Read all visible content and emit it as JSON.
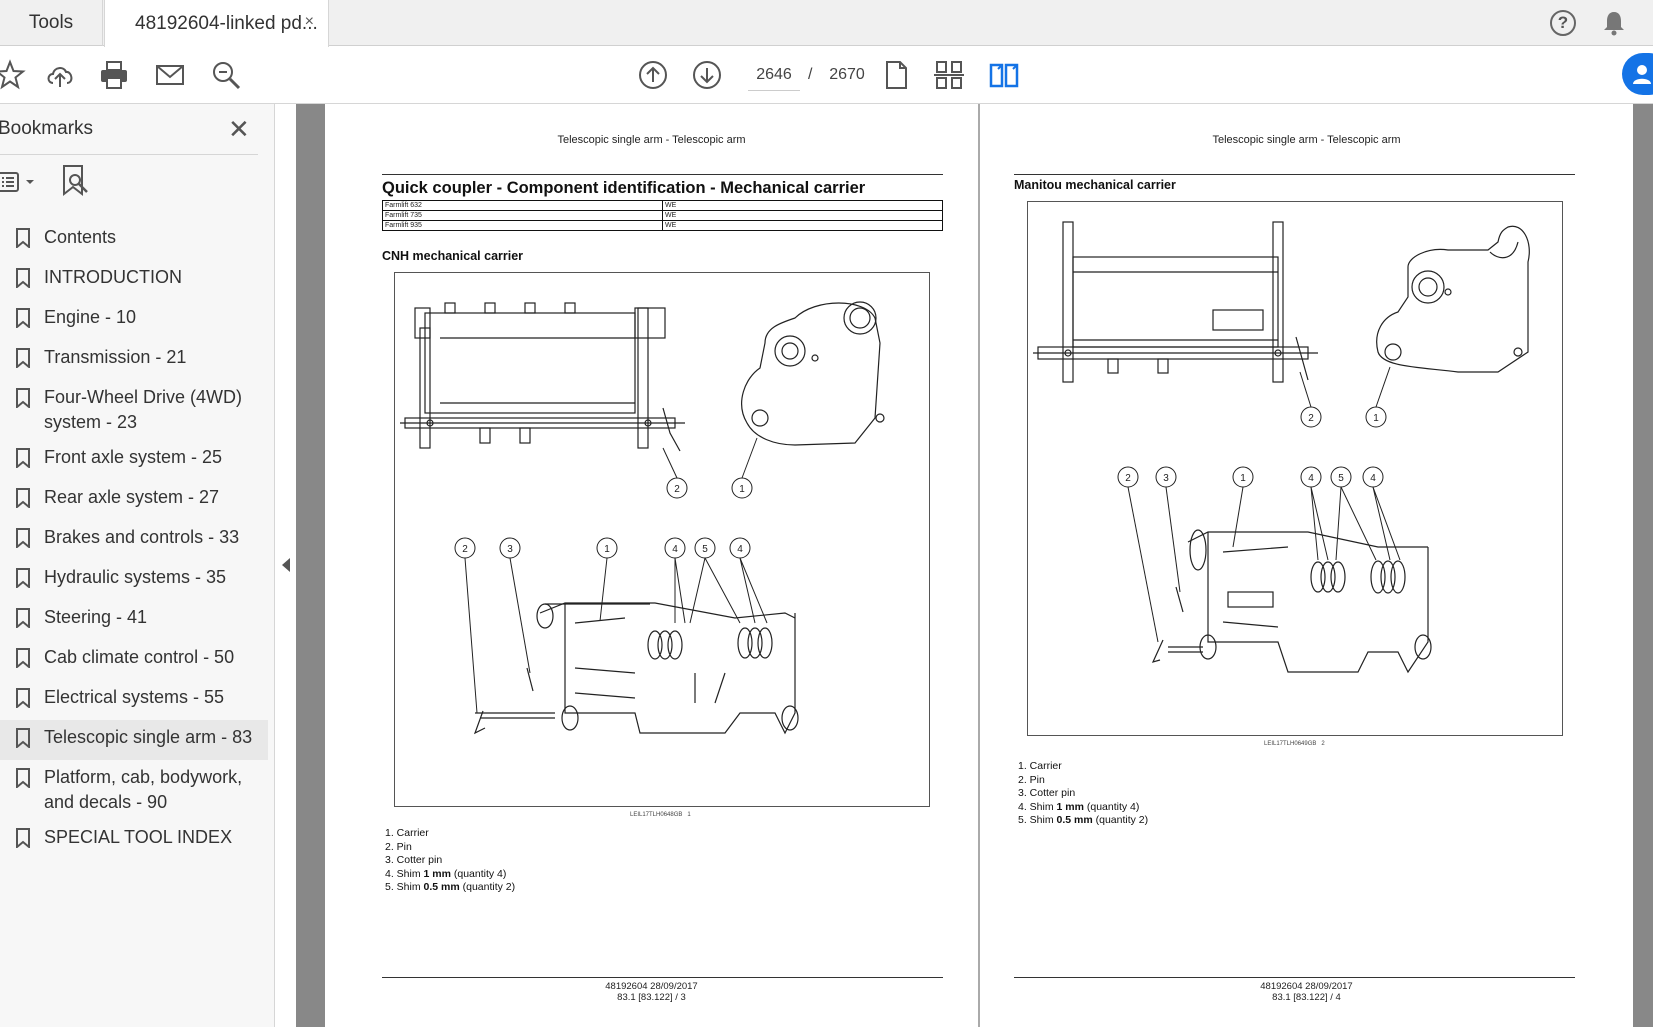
{
  "tabs": {
    "tools": "Tools",
    "document": "48192604-linked pd...",
    "close": "×"
  },
  "toolbar": {
    "current_page": "2646",
    "separator": "/",
    "total_pages": "2670"
  },
  "sidebar": {
    "title": "Bookmarks",
    "close": "✕",
    "items": [
      {
        "label": "Contents"
      },
      {
        "label": "INTRODUCTION"
      },
      {
        "label": "Engine - 10"
      },
      {
        "label": "Transmission - 21"
      },
      {
        "label": "Four-Wheel Drive (4WD) system - 23"
      },
      {
        "label": "Front axle system - 25"
      },
      {
        "label": "Rear axle system - 27"
      },
      {
        "label": "Brakes and controls - 33"
      },
      {
        "label": "Hydraulic systems - 35"
      },
      {
        "label": "Steering - 41"
      },
      {
        "label": "Cab climate control - 50"
      },
      {
        "label": "Electrical systems - 55"
      },
      {
        "label": "Telescopic single arm - 83"
      },
      {
        "label": "Platform, cab, bodywork, and decals - 90"
      },
      {
        "label": "SPECIAL TOOL INDEX"
      }
    ]
  },
  "page_left": {
    "header": "Telescopic single arm - Telescopic arm",
    "title": "Quick coupler - Component identification - Mechanical carrier",
    "models": [
      {
        "model": "Farmlift 632",
        "region": "WE"
      },
      {
        "model": "Farmlift 735",
        "region": "WE"
      },
      {
        "model": "Farmlift 935",
        "region": "WE"
      }
    ],
    "subtitle": "CNH mechanical carrier",
    "figure_code": "LEIL17TLH0648GB",
    "figure_num": "1",
    "legend": [
      "1.  Carrier",
      "2.  Pin",
      "3.  Cotter pin"
    ],
    "legend_shim1_pre": "4.  Shim ",
    "legend_shim1_bold": "1 mm",
    "legend_shim1_post": " (quantity 4)",
    "legend_shim2_pre": "5.  Shim ",
    "legend_shim2_bold": "0.5 mm",
    "legend_shim2_post": " (quantity 2)",
    "footer_line1": "48192604 28/09/2017",
    "footer_line2": "83.1 [83.122] / 3"
  },
  "page_right": {
    "header": "Telescopic single arm - Telescopic arm",
    "subtitle": "Manitou mechanical carrier",
    "figure_code": "LEIL17TLH0649GB",
    "figure_num": "2",
    "legend": [
      "1.  Carrier",
      "2.  Pin",
      "3.  Cotter pin"
    ],
    "legend_shim1_pre": "4.  Shim ",
    "legend_shim1_bold": "1 mm",
    "legend_shim1_post": " (quantity 4)",
    "legend_shim2_pre": "5.  Shim ",
    "legend_shim2_bold": "0.5 mm",
    "legend_shim2_post": " (quantity 2)",
    "footer_line1": "48192604 28/09/2017",
    "footer_line2": "83.1 [83.122] / 4"
  },
  "callouts": {
    "l_top": [
      "2",
      "1"
    ],
    "l_bottom": [
      "2",
      "3",
      "1",
      "4",
      "5",
      "4"
    ],
    "r_top": [
      "2",
      "1"
    ],
    "r_bottom": [
      "2",
      "3",
      "1",
      "4",
      "5",
      "4"
    ]
  },
  "icons": [
    "star-icon",
    "cloud-upload-icon",
    "print-icon",
    "mail-icon",
    "zoom-icon",
    "page-up-icon",
    "page-down-icon",
    "single-page-icon",
    "scroll-mode-icon",
    "two-page-icon",
    "help-icon",
    "bell-icon",
    "bookmark-icon"
  ],
  "colors": {
    "accent": "#1473e6",
    "viewer_bg": "#888888",
    "sidebar_bg": "#f7f7f7"
  }
}
